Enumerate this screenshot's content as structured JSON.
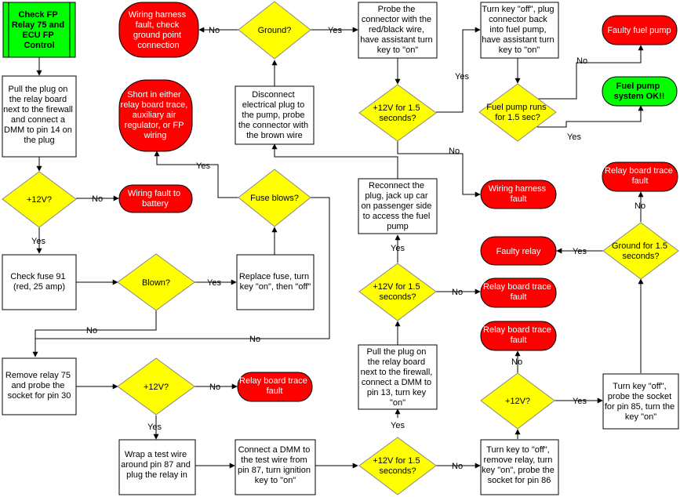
{
  "nodes": {
    "start": [
      "Check FP",
      "Relay 75 and",
      "ECU FP",
      "Control"
    ],
    "pull_plug_pin14": [
      "Pull the plug on",
      "the relay board",
      "next to the firewall",
      "and connect a",
      "DMM to pin 14 on",
      "the plug"
    ],
    "d_12v_1": [
      "+12V?"
    ],
    "wiring_fault_battery": [
      "Wiring fault to",
      "battery"
    ],
    "check_fuse": [
      "Check fuse 91",
      "(red, 25 amp)"
    ],
    "d_blown": [
      "Blown?"
    ],
    "replace_fuse": [
      "Replace fuse, turn",
      "key \"on\", then \"off\""
    ],
    "d_fuse_blows": [
      "Fuse blows?"
    ],
    "short_relay": [
      "Short in either",
      "relay board trace,",
      "auxiliary air",
      "regulator, or FP",
      "wiring"
    ],
    "disconnect_plug": [
      "Disconnect",
      "electrical plug to",
      "the pump, probe",
      "the connector with",
      "the brown wire"
    ],
    "d_ground": [
      "Ground?"
    ],
    "wiring_harness_ground": [
      "Wiring harness",
      "fault, check",
      "ground point",
      "connection"
    ],
    "probe_connector": [
      "Probe the",
      "connector with the",
      "red/black wire,",
      "have assistant turn",
      "key to \"on\""
    ],
    "d_12v_15_top": [
      "+12V for 1.5",
      "seconds?"
    ],
    "turn_key_off_plug": [
      "Turn key \"off\", plug",
      "connector back",
      "into fuel pump,",
      "have assistant turn",
      "key to \"on\""
    ],
    "d_pump_runs": [
      "Fuel pump runs",
      "for 1.5 sec?"
    ],
    "faulty_pump": [
      "Faulty fuel pump"
    ],
    "pump_ok": [
      "Fuel pump",
      "system OK!!"
    ],
    "wiring_harness_fault": [
      "Wiring harness",
      "fault"
    ],
    "reconnect_plug": [
      "Reconnect the",
      "plug, jack up car",
      "on passenger side",
      "to access the fuel",
      "pump"
    ],
    "relay_trace_fault_top": [
      "Relay board trace",
      "fault"
    ],
    "d_ground_15": [
      "Ground for 1.5",
      "seconds?"
    ],
    "faulty_relay": [
      "Faulty relay"
    ],
    "d_12v_15_mid": [
      "+12V for 1.5",
      "seconds?"
    ],
    "relay_trace_fault_mid": [
      "Relay board trace",
      "fault"
    ],
    "relay_trace_fault_low": [
      "Relay board trace",
      "fault"
    ],
    "remove_relay": [
      "Remove relay 75",
      "and probe the",
      "socket for pin 30"
    ],
    "d_12v_2": [
      "+12V?"
    ],
    "relay_trace_fault_left": [
      "Relay board trace",
      "fault"
    ],
    "pull_plug_pin13": [
      "Pull the plug on",
      "the relay board",
      "next to the firewall,",
      "connect a DMM to",
      "pin 13, turn key",
      "\"on\""
    ],
    "d_12v_3": [
      "+12V?"
    ],
    "turn_key_off_85": [
      "Turn key \"off\",",
      "probe the socket",
      "for pin 85, turn the",
      "key \"on\""
    ],
    "wrap_wire": [
      "Wrap a test wire",
      "around pin 87 and",
      "plug the relay in"
    ],
    "connect_dmm_87": [
      "Connect a DMM to",
      "the test wire from",
      "pin 87, turn ignition",
      "key to \"on\""
    ],
    "d_12v_15_bottom": [
      "+12V for 1.5",
      "seconds?"
    ],
    "turn_key_off_86": [
      "Turn key to \"off\",",
      "remove relay, turn",
      "key \"on\", probe the",
      "socket for pin 86"
    ]
  },
  "edge_labels": {
    "yes": "Yes",
    "no": "No"
  },
  "colors": {
    "decision": "#ffff00",
    "fault": "#ff0000",
    "start": "#00ff00",
    "ok": "#00ff00"
  }
}
